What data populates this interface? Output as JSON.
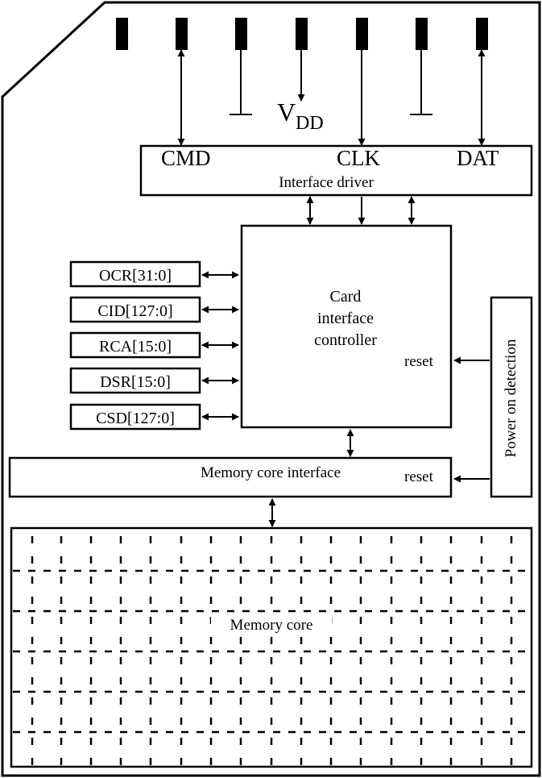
{
  "pins": {
    "vdd_main": "V",
    "vdd_sub": "DD"
  },
  "interface_driver": {
    "title": "Interface driver",
    "cmd": "CMD",
    "clk": "CLK",
    "dat": "DAT"
  },
  "controller": {
    "line1": "Card",
    "line2": "interface",
    "line3": "controller",
    "reset": "reset"
  },
  "registers": [
    {
      "label": "OCR[31:0]"
    },
    {
      "label": "CID[127:0]"
    },
    {
      "label": "RCA[15:0]"
    },
    {
      "label": "DSR[15:0]"
    },
    {
      "label": "CSD[127:0]"
    }
  ],
  "power": {
    "label": "Power on detection"
  },
  "memory_interface": {
    "title": "Memory core interface",
    "reset": "reset"
  },
  "memory_core": {
    "title": "Memory core"
  },
  "colors": {
    "ink": "#000000",
    "background": "#ffffff"
  }
}
